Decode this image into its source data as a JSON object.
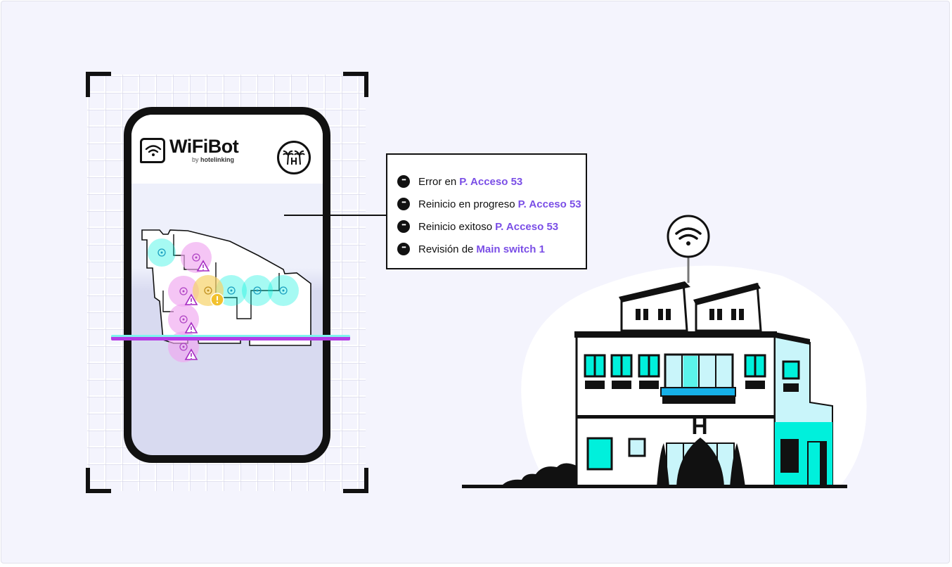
{
  "app": {
    "brand": "WiFiBot",
    "byline_prefix": "by",
    "byline_name": "hotelinking"
  },
  "icons": {
    "logo": "wifi-icon",
    "hotel": "palm-hotel-icon",
    "item_bullet": "more-dots-icon",
    "hotel_antenna": "wifi-icon"
  },
  "colors": {
    "accent": "#7a4ee6",
    "cyan": "#00f0dc",
    "pink": "#f0a6f0",
    "yellow": "#f6d36a",
    "scan_top": "#7ff4ee",
    "scan_bottom": "#b43ce6"
  },
  "events": [
    {
      "text": "Error en",
      "target": "P. Acceso 53"
    },
    {
      "text": "Reinicio en progreso",
      "target": "P. Acceso 53"
    },
    {
      "text": "Reinicio exitoso",
      "target": "P. Acceso 53"
    },
    {
      "text": "Revisión de",
      "target": "Main switch 1"
    }
  ],
  "building": {
    "sign": "H"
  }
}
